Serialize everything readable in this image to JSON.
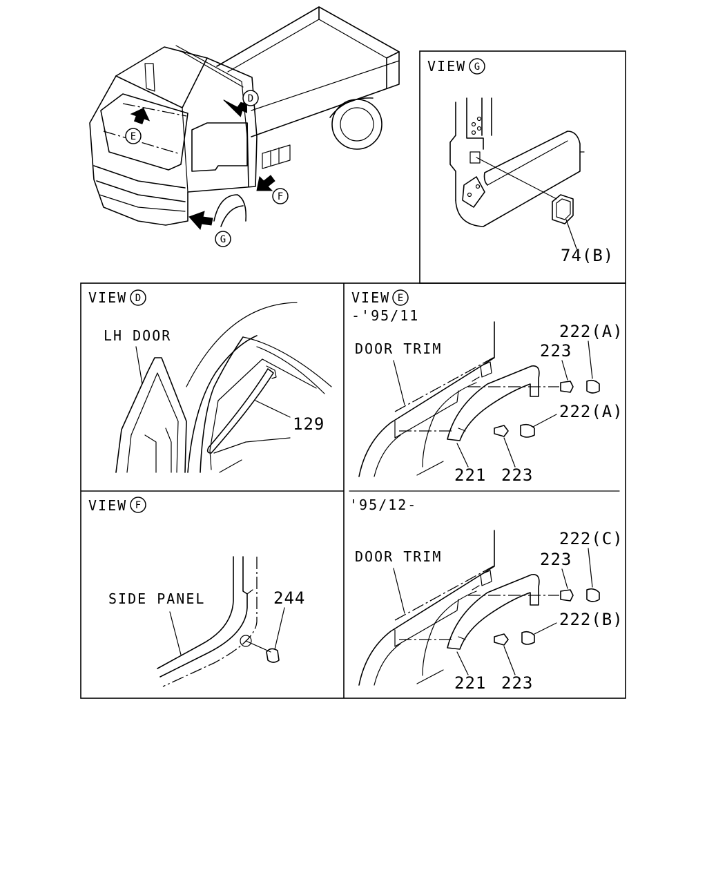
{
  "overview": {
    "marker_d": "D",
    "marker_e": "E",
    "marker_f": "F",
    "marker_g": "G"
  },
  "view_g": {
    "title": "VIEW",
    "letter": "G",
    "part_74": "74(B)"
  },
  "view_d": {
    "title": "VIEW",
    "letter": "D",
    "lh_door": "LH DOOR",
    "part_129": "129"
  },
  "view_e": {
    "title": "VIEW",
    "letter": "E",
    "period_1": "-'95/11",
    "door_trim_1": "DOOR TRIM",
    "p1_222a_top": "222(A)",
    "p1_223_top": "223",
    "p1_222a_mid": "222(A)",
    "p1_221": "221",
    "p1_223_bot": "223",
    "period_2": "'95/12-",
    "door_trim_2": "DOOR TRIM",
    "p2_222c": "222(C)",
    "p2_223_top": "223",
    "p2_222b": "222(B)",
    "p2_221": "221",
    "p2_223_bot": "223"
  },
  "view_f": {
    "title": "VIEW",
    "letter": "F",
    "side_panel": "SIDE PANEL",
    "part_244": "244"
  }
}
